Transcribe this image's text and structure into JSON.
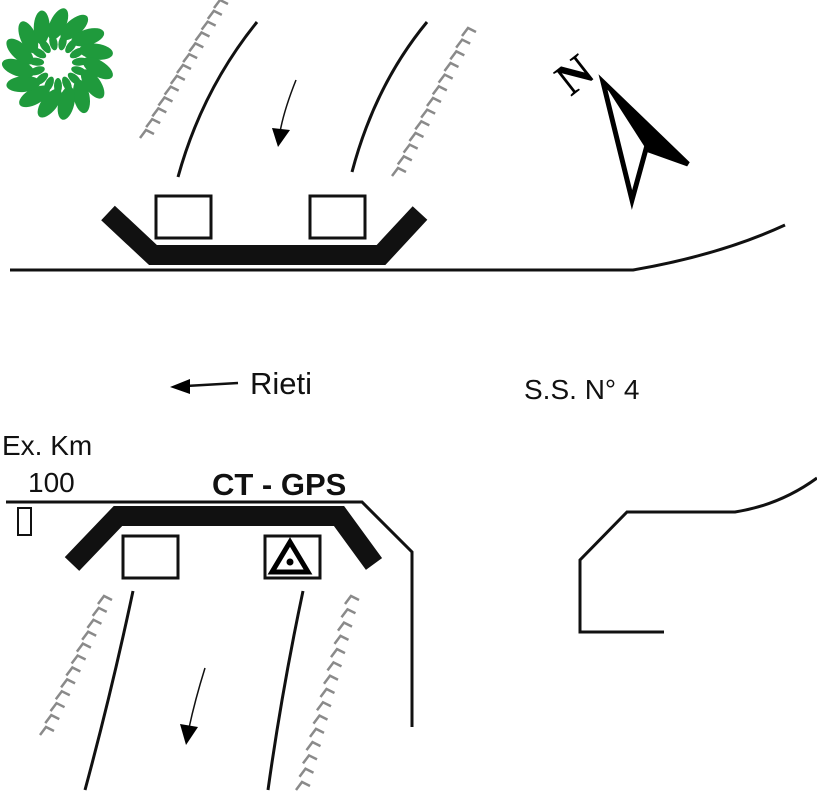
{
  "labels": {
    "direction": "Rieti",
    "road": "S.S. N° 4",
    "ex_km": "Ex. Km",
    "km_value": "100",
    "station": "CT - GPS",
    "north": "N"
  },
  "icons": [
    "green-leaf-wreath-logo",
    "north-arrow-icon",
    "direction-arrow-icon",
    "gps-survey-marker-icon"
  ],
  "colors": {
    "road": "#111111",
    "slope_hatch": "#8a8a8a",
    "logo_green": "#1f9a3c",
    "background": "#ffffff"
  }
}
